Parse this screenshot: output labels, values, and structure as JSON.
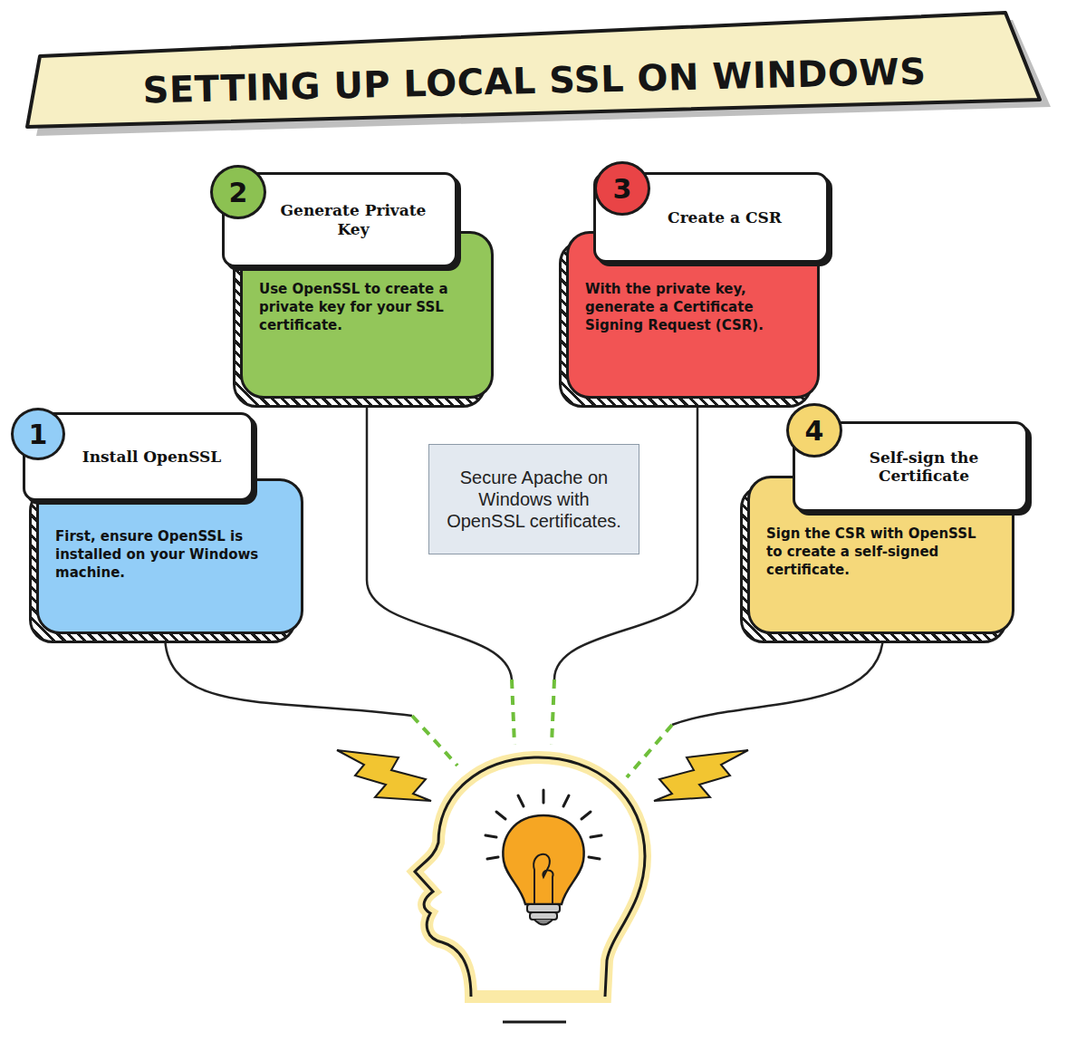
{
  "diagram": {
    "title": "SETTING UP LOCAL SSL ON WINDOWS",
    "nodes": [
      {
        "text": [
          "First, ensure OpenSSL is installed on your Windows machine."
        ]
      },
      {
        "text": [
          "Install OpenSSL"
        ]
      },
      {
        "text": [
          "1"
        ]
      },
      {
        "text": [
          "Use OpenSSL to create a private key for your SSL certificate."
        ]
      },
      {
        "text": [
          "Generate Private Key"
        ]
      },
      {
        "text": [
          "2"
        ]
      },
      {
        "text": [
          "With the private key, generate a Certificate Signing Request (CSR)."
        ]
      },
      {
        "text": [
          "Create a CSR"
        ]
      },
      {
        "text": [
          "3"
        ]
      },
      {
        "text": [
          "Sign the CSR with OpenSSL to create a self-signed certificate."
        ]
      },
      {
        "text": [
          "Self-sign the Certificate"
        ]
      },
      {
        "text": [
          "4"
        ]
      },
      {
        "text": [
          "Secure Apache on Windows with OpenSSL certificates."
        ]
      }
    ]
  }
}
